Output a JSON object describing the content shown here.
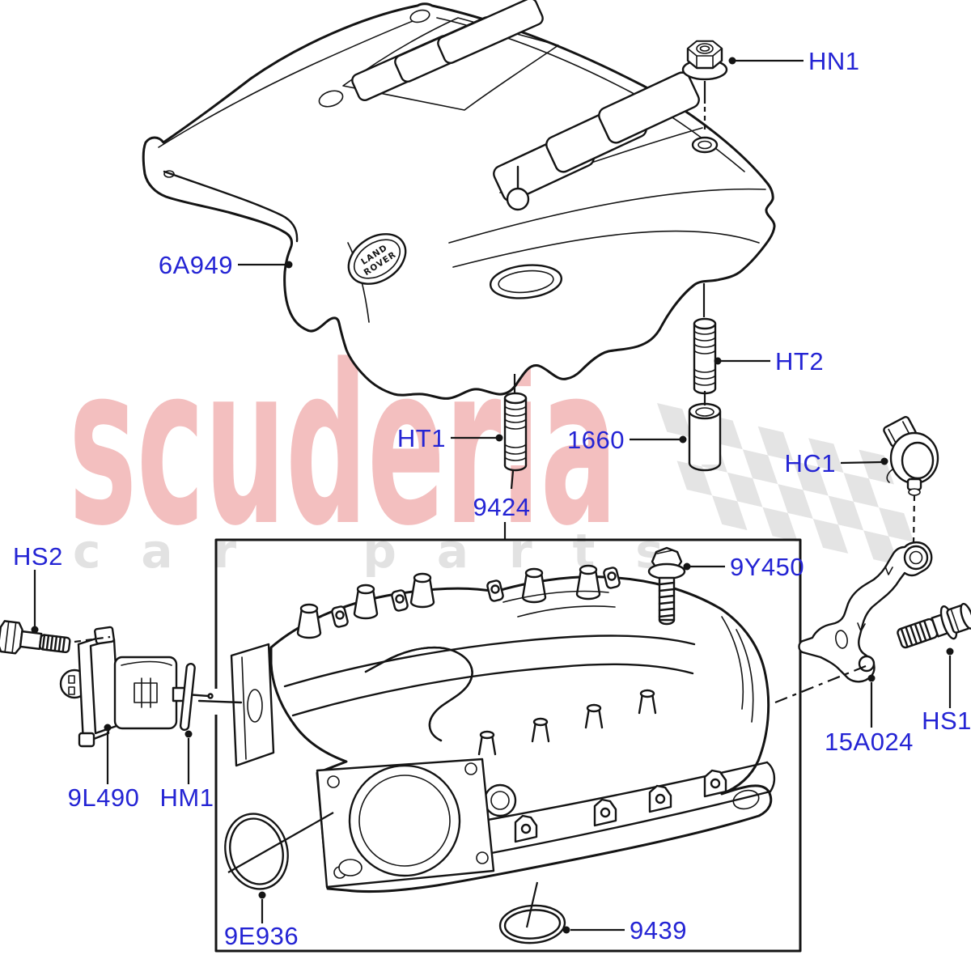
{
  "diagram": {
    "type": "exploded-parts-diagram",
    "subject": "engine cover and intake manifold"
  },
  "watermark": {
    "brand": "scuderia",
    "tagline": "car parts"
  },
  "logo": {
    "top": "LAND",
    "bottom": "ROVER"
  },
  "labels": [
    {
      "id": "6A949",
      "text": "6A949"
    },
    {
      "id": "HN1",
      "text": "HN1"
    },
    {
      "id": "HT2",
      "text": "HT2"
    },
    {
      "id": "HT1",
      "text": "HT1"
    },
    {
      "id": "1660",
      "text": "1660"
    },
    {
      "id": "HC1",
      "text": "HC1"
    },
    {
      "id": "9424",
      "text": "9424"
    },
    {
      "id": "HS2",
      "text": "HS2"
    },
    {
      "id": "9Y450",
      "text": "9Y450"
    },
    {
      "id": "HS1",
      "text": "HS1"
    },
    {
      "id": "15A024",
      "text": "15A024"
    },
    {
      "id": "9L490",
      "text": "9L490"
    },
    {
      "id": "HM1",
      "text": "HM1"
    },
    {
      "id": "9E936",
      "text": "9E936"
    },
    {
      "id": "9439",
      "text": "9439"
    }
  ],
  "colors": {
    "label_blue": "#2424d4",
    "line_black": "#141414",
    "watermark_pink": "#f3bfbf",
    "watermark_gray": "#e2e2e2",
    "checker_gray": "#e4e4e4",
    "background": "#ffffff"
  }
}
